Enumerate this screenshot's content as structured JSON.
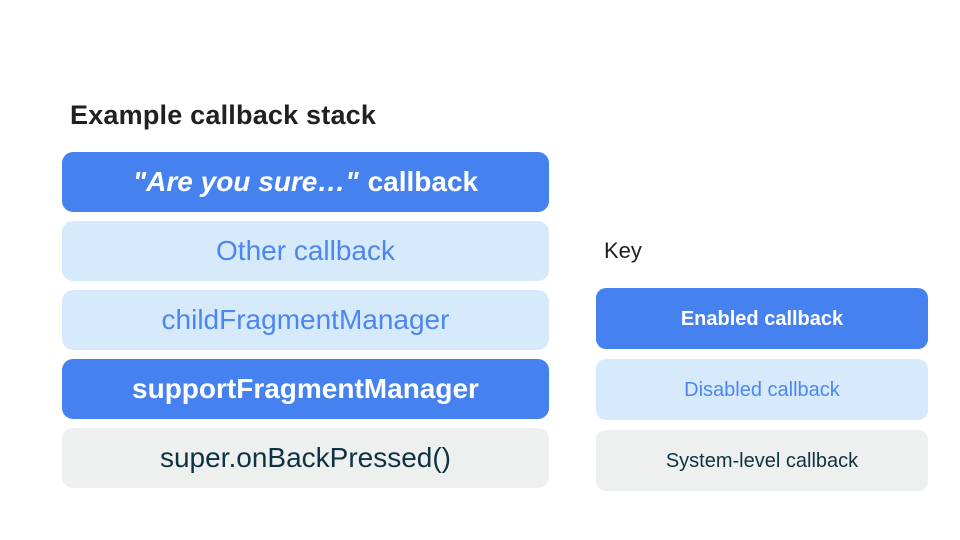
{
  "colors": {
    "enabled_bg": "#4682EF",
    "enabled_text": "#FFFFFF",
    "disabled_bg": "#D7EAFB",
    "disabled_text": "#4C86F0",
    "system_bg": "#EEEFEF",
    "system_text": "#0E3342",
    "title_text": "#202124"
  },
  "stack": {
    "title": "Example callback stack",
    "items": [
      {
        "label_quote": "\"Are you sure…\"",
        "label_rest": "callback",
        "type": "enabled"
      },
      {
        "label": "Other callback",
        "type": "disabled"
      },
      {
        "label": "childFragmentManager",
        "type": "disabled"
      },
      {
        "label": "supportFragmentManager",
        "type": "enabled"
      },
      {
        "label": "super.onBackPressed()",
        "type": "system"
      }
    ]
  },
  "key": {
    "title": "Key",
    "items": [
      {
        "label": "Enabled callback",
        "type": "enabled"
      },
      {
        "label": "Disabled callback",
        "type": "disabled"
      },
      {
        "label": "System-level callback",
        "type": "system"
      }
    ]
  }
}
